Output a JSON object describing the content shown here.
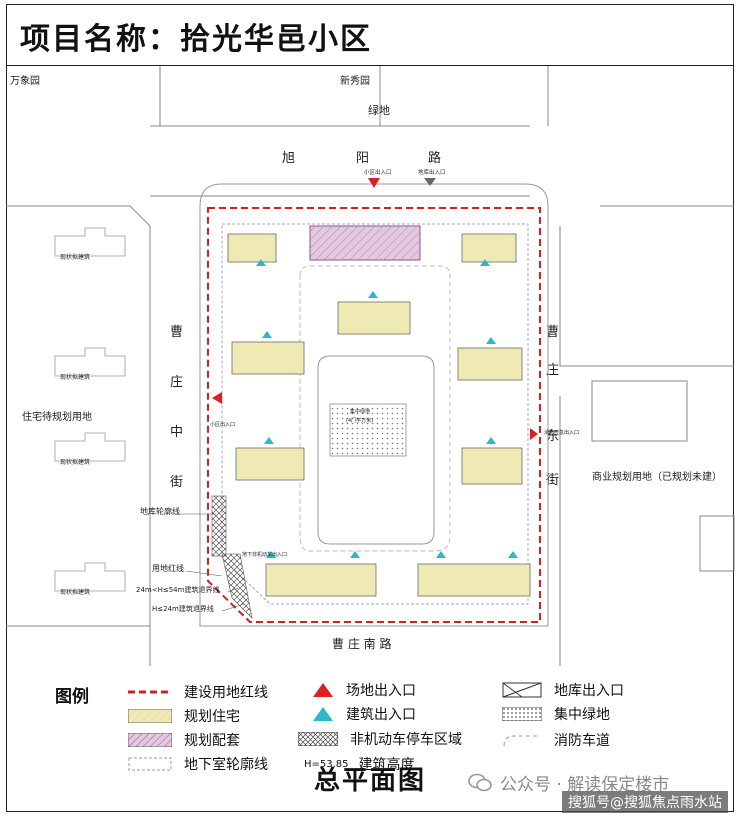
{
  "header": {
    "title": "项目名称：拾光华邑小区"
  },
  "map": {
    "neighbors": {
      "top_left": "万象园",
      "top_center": "新秀园"
    },
    "green_top": "绿地",
    "roads": {
      "north": [
        "旭",
        "阳",
        "路"
      ],
      "west": [
        "曹",
        "庄",
        "中",
        "街"
      ],
      "east": [
        "曹",
        "庄",
        "东",
        "街"
      ],
      "south": "曹 庄 南 路"
    },
    "west_land": "住宅待规划用地",
    "east_land": "商业规划用地（已规划未建）",
    "existing_label": "现状拟建筑",
    "annotations": {
      "garage_outline": "地库轮廓线",
      "red_line": "用地红线",
      "setback_mid": "24m<H≤54m建筑退界线",
      "setback_low": "H≤24m建筑退界线",
      "north_entrance": "小区出入口",
      "north_garage": "地库出入口",
      "west_entrance": "小区出入口",
      "east_entrance": "消防应急出入口",
      "bike_entry": "地下非机动车出入口",
      "central_green": "集中绿地",
      "central_green_area": "(4门学方米)"
    }
  },
  "legend": {
    "title": "图例",
    "items": [
      {
        "label": "建设用地红线"
      },
      {
        "label": "场地出入口"
      },
      {
        "label": "地库出入口"
      },
      {
        "label": "规划住宅"
      },
      {
        "label": "建筑出入口"
      },
      {
        "label": "集中绿地"
      },
      {
        "label": "规划配套"
      },
      {
        "label": "非机动车停车区域"
      },
      {
        "label": "消防车道"
      },
      {
        "label": "地下室轮廓线"
      },
      {
        "label": "建筑高度",
        "symbol": "H=53.85"
      }
    ]
  },
  "caption": "总平面图",
  "watermark": "公众号 · 解读保定楼市",
  "source_tag": "搜狐号@搜狐焦点雨水站",
  "colors": {
    "red_line": "#d42020",
    "residential": "#efe9b4",
    "facility": "#e3c9df",
    "entrance_red": "#e02020",
    "entrance_cyan": "#2cb8c8"
  }
}
